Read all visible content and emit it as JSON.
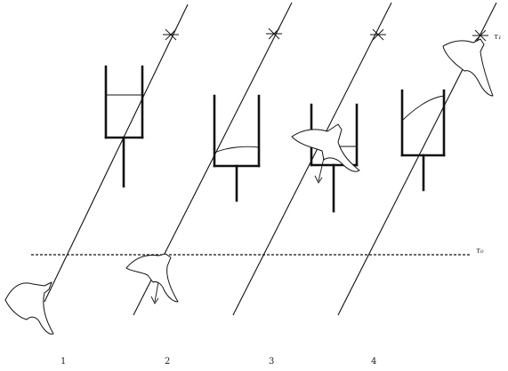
{
  "diagram": {
    "panel_labels": [
      "1",
      "2",
      "3",
      "4"
    ],
    "tau_top_label": "τ₁",
    "tau_bottom_label": "τ₀",
    "icons": {
      "cross": "star-cross-icon",
      "hand": "hand-icon",
      "cup": "piston-cylinder-icon"
    }
  }
}
